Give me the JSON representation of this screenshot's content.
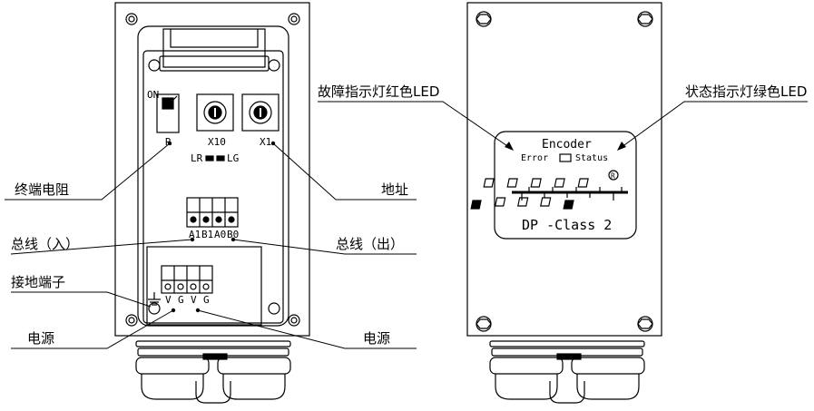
{
  "front": {
    "switch_on": "ON",
    "switch_r": "R",
    "rotary_x10": "X10",
    "rotary_x1": "X1",
    "led_left": "LR",
    "led_right": "LG",
    "bus_pins": [
      "A1",
      "B1",
      "A0",
      "B0"
    ],
    "power_pins": [
      "V",
      "G",
      "V",
      "G"
    ]
  },
  "callouts": {
    "termination_resistor": "终端电阻",
    "address": "地址",
    "bus_in": "总线（入）",
    "bus_out": "总线（出）",
    "ground_terminal": "接地端子",
    "power_left": "电源",
    "power_right": "电源",
    "fault_led": "故障指示灯红色LED",
    "status_led": "状态指示灯绿色LED"
  },
  "back": {
    "label_title": "Encoder",
    "label_error": "Error",
    "label_status": "Status",
    "label_bottom": "DP -Class 2",
    "registered": "R"
  }
}
